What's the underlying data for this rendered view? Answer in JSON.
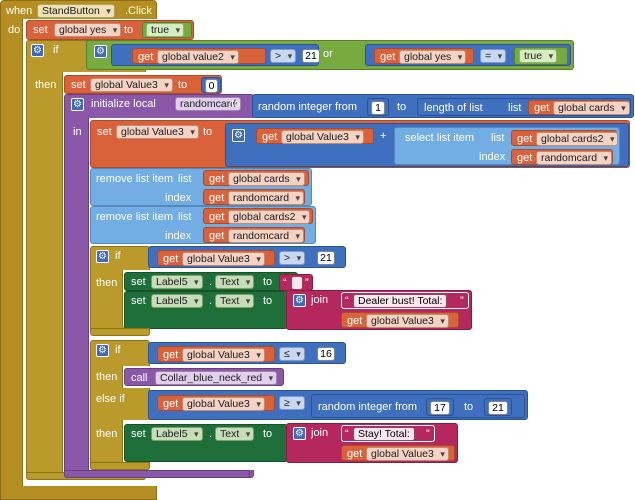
{
  "event": {
    "when": "when",
    "component": "StandButton",
    "event_name": ".Click",
    "do": "do"
  },
  "set1": {
    "set": "set",
    "var": "global yes",
    "to": "to",
    "value": "true"
  },
  "if1": {
    "if": "if",
    "then": "then",
    "left": {
      "get": "get",
      "var": "global value2",
      "op": ">",
      "num": "21"
    },
    "or": "or",
    "right": {
      "get": "get",
      "var": "global yes",
      "op": "=",
      "value": "true"
    }
  },
  "set2": {
    "set": "set",
    "var": "global Value3",
    "to": "to",
    "value": "0"
  },
  "init": {
    "label": "initialize local",
    "name": "randomcard",
    "to": "to",
    "in": "in",
    "random_label": "random integer from",
    "from": "1",
    "to_label": "to",
    "length_label": "length of list",
    "list_label": "list",
    "get": "get",
    "list_var": "global cards"
  },
  "set3": {
    "set": "set",
    "var": "global Value3",
    "to": "to",
    "get": "get",
    "get_var": "global Value3",
    "plus": "+",
    "select_label": "select list item",
    "list_label": "list",
    "list_var": "global cards2",
    "index_label": "index",
    "index_var": "randomcard"
  },
  "remove1": {
    "label": "remove list item",
    "list_label": "list",
    "get": "get",
    "list_var": "global cards",
    "index_label": "index",
    "index_var": "randomcard"
  },
  "remove2": {
    "label": "remove list item",
    "list_label": "list",
    "get": "get",
    "list_var": "global cards2",
    "index_label": "index",
    "index_var": "randomcard"
  },
  "if2": {
    "if": "if",
    "then": "then",
    "cond": {
      "get": "get",
      "var": "global Value3",
      "op": ">",
      "num": "21"
    },
    "stmt1": {
      "set": "set",
      "component": "Label5",
      "prop": "Text",
      "to": "to",
      "text": " "
    },
    "stmt2": {
      "set": "set",
      "component": "Label5",
      "prop": "Text",
      "to": "to",
      "join": "join",
      "text": "Dealer bust! Total:",
      "get": "get",
      "var": "global Value3"
    }
  },
  "if3": {
    "if": "if",
    "then": "then",
    "else_if": "else if",
    "then2": "then",
    "cond": {
      "get": "get",
      "var": "global Value3",
      "op": "≤",
      "num": "16"
    },
    "call": {
      "call": "call",
      "proc": "Collar_blue_neck_red"
    },
    "cond2": {
      "get": "get",
      "var": "global Value3",
      "op": "≥",
      "random_label": "random integer from",
      "from": "17",
      "to_label": "to",
      "to": "21"
    },
    "stmt": {
      "set": "set",
      "component": "Label5",
      "prop": "Text",
      "to": "to",
      "join": "join",
      "text": "Stay! Total:",
      "get": "get",
      "var": "global Value3"
    }
  },
  "icons": {
    "mutator": "gear-icon",
    "dropdown": "chevron-down-icon"
  },
  "colors": {
    "event": "#b58e21",
    "control": "#b99a2a",
    "variable": "#d9623b",
    "math": "#3f70c0",
    "logic": "#77ab3f",
    "list": "#72aee4",
    "component": "#1f6f3b",
    "text": "#b5285d",
    "procedure": "#8b57a8"
  }
}
